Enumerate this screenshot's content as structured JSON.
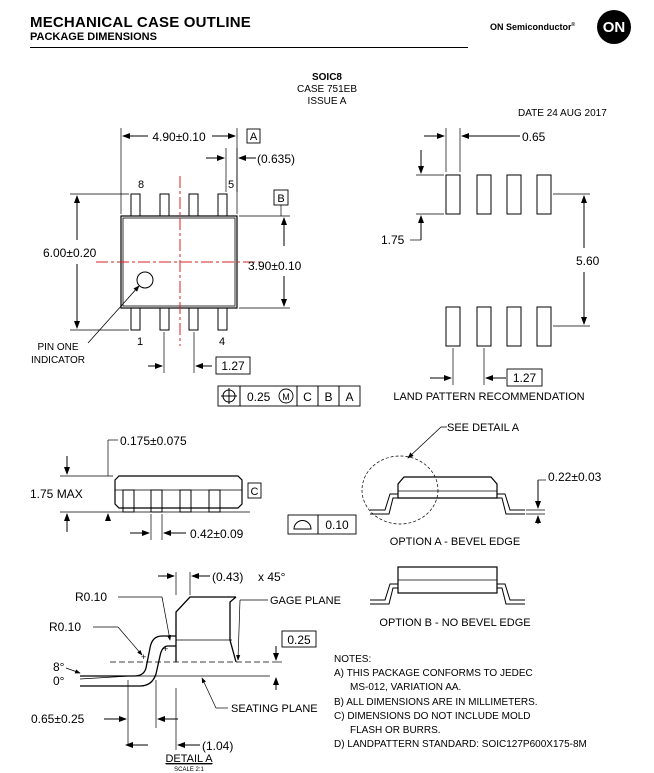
{
  "header": {
    "title": "MECHANICAL CASE OUTLINE",
    "subtitle": "PACKAGE DIMENSIONS",
    "brand": "ON Semiconductor",
    "brand_mark": "®",
    "logo_text": "ON"
  },
  "package": {
    "name": "SOIC8",
    "case": "CASE 751EB",
    "issue": "ISSUE A"
  },
  "date": "DATE 24 AUG 2017",
  "top_view": {
    "dim_length": "4.90±0.10",
    "datum_a": "A",
    "dim_0635": "(0.635)",
    "datum_b": "B",
    "dim_width_total": "6.00±0.20",
    "dim_body_width": "3.90±0.10",
    "pin_8": "8",
    "pin_5": "5",
    "pin_1": "1",
    "pin_4": "4",
    "pin_one_l1": "PIN ONE",
    "pin_one_l2": "INDICATOR",
    "pitch": "1.27",
    "fcf_value": "0.25",
    "fcf_mod": "M",
    "fcf_c": "C",
    "fcf_b": "B",
    "fcf_a": "A"
  },
  "land_pattern": {
    "dim_065": "0.65",
    "dim_175": "1.75",
    "dim_560": "5.60",
    "pitch": "1.27",
    "caption": "LAND PATTERN RECOMMENDATION"
  },
  "side_view": {
    "dim_0175": "0.175±0.075",
    "dim_height": "1.75 MAX",
    "datum_c": "C",
    "dim_042": "0.42±0.09",
    "flat_value": "0.10"
  },
  "option_a": {
    "see_detail": "SEE DETAIL A",
    "dim_022": "0.22±0.03",
    "caption": "OPTION A - BEVEL EDGE"
  },
  "option_b": {
    "caption": "OPTION B - NO BEVEL EDGE"
  },
  "detail_a": {
    "dim_043": "(0.43)",
    "angle_45": "x 45°",
    "r1": "R0.10",
    "r2": "R0.10",
    "gage_plane": "GAGE PLANE",
    "dim_025": "0.25",
    "angle_8": "8°",
    "angle_0": "0°",
    "dim_065": "0.65±0.25",
    "seating_plane": "SEATING PLANE",
    "dim_104": "(1.04)",
    "title": "DETAIL A",
    "scale": "SCALE 2:1"
  },
  "notes": {
    "heading": "NOTES:",
    "a1": "A)  THIS PACKAGE CONFORMS TO JEDEC",
    "a2": "MS-012, VARIATION AA.",
    "b": "B)  ALL DIMENSIONS ARE IN MILLIMETERS.",
    "c1": "C)  DIMENSIONS DO NOT INCLUDE MOLD",
    "c2": "FLASH OR BURRS.",
    "d": "D)  LANDPATTERN STANDARD: SOIC127P600X175-8M"
  },
  "colors": {
    "centerline": "#d62020",
    "ink": "#000000"
  }
}
